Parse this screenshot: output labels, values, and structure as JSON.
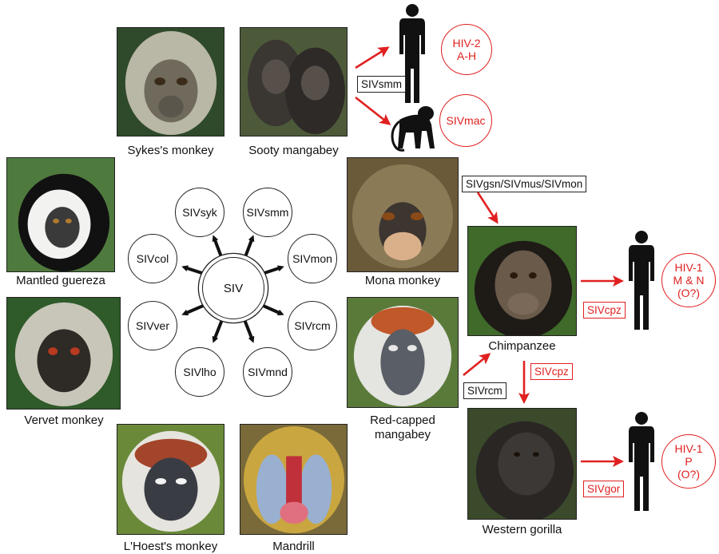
{
  "monkeys": {
    "sykes": "Sykes's monkey",
    "sooty": "Sooty mangabey",
    "guereza": "Mantled guereza",
    "vervet": "Vervet monkey",
    "lhoest": "L'Hoest's monkey",
    "mandrill": "Mandrill",
    "mona": "Mona monkey",
    "redcapped_line1": "Red-capped",
    "redcapped_line2": "mangabey",
    "chimp": "Chimpanzee",
    "gorilla": "Western gorilla"
  },
  "siv_wheel": {
    "center": "SIV",
    "strains": [
      "SIVsyk",
      "SIVsmm",
      "SIVmon",
      "SIVrcm",
      "SIVmnd",
      "SIVlho",
      "SIVver",
      "SIVcol"
    ]
  },
  "transmission_labels": {
    "smm": "SIVsmm",
    "gsn": "SIVgsn/SIVmus/SIVmon",
    "rcm": "SIVrcm",
    "cpz_human": "SIVcpz",
    "cpz_gorilla": "SIVcpz",
    "gor": "SIVgor"
  },
  "outcomes": {
    "hiv2_line1": "HIV-2",
    "hiv2_line2": "A-H",
    "sivmac": "SIVmac",
    "hiv1mn_line1": "HIV-1",
    "hiv1mn_line2": "M & N",
    "hiv1mn_line3": "(O?)",
    "hiv1p_line1": "HIV-1",
    "hiv1p_line2": "P",
    "hiv1p_line3": "(O?)"
  },
  "colors": {
    "arrow": "#e02020",
    "outline": "#222222"
  }
}
